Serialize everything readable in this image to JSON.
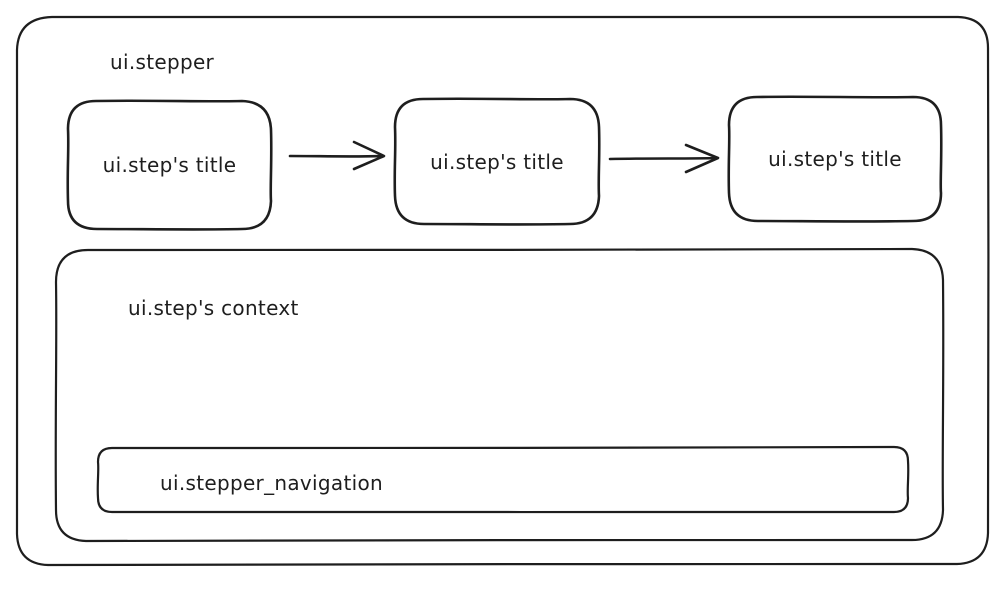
{
  "stepper": {
    "label": "ui.stepper"
  },
  "steps": [
    {
      "title": "ui.step's title"
    },
    {
      "title": "ui.step's title"
    },
    {
      "title": "ui.step's title"
    }
  ],
  "context": {
    "label": "ui.step's context"
  },
  "navigation": {
    "label": "ui.stepper_navigation"
  },
  "colors": {
    "stroke": "#1e1e1e",
    "background": "#ffffff"
  }
}
